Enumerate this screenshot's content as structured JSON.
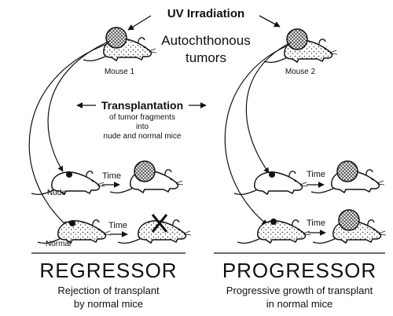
{
  "top": {
    "uv": "UV Irradiation",
    "autochthonous_line1": "Autochthonous",
    "autochthonous_line2": "tumors",
    "mouse1": "Mouse 1",
    "mouse2": "Mouse 2"
  },
  "transplant": {
    "title": "Transplantation",
    "line1": "of tumor fragments",
    "line2": "into",
    "line3": "nude and normal mice"
  },
  "left": {
    "nude": "Nude",
    "normal": "Normal",
    "time_nude": "Time",
    "time_normal": "Time",
    "heading": "REGRESSOR",
    "desc_line1": "Rejection of transplant",
    "desc_line2": "by normal mice"
  },
  "right": {
    "time_nude": "Time",
    "time_normal": "Time",
    "heading": "PROGRESSOR",
    "desc_line1": "Progressive growth of transplant",
    "desc_line2": "in normal mice"
  },
  "colors": {
    "ink": "#111111",
    "background": "#ffffff"
  }
}
